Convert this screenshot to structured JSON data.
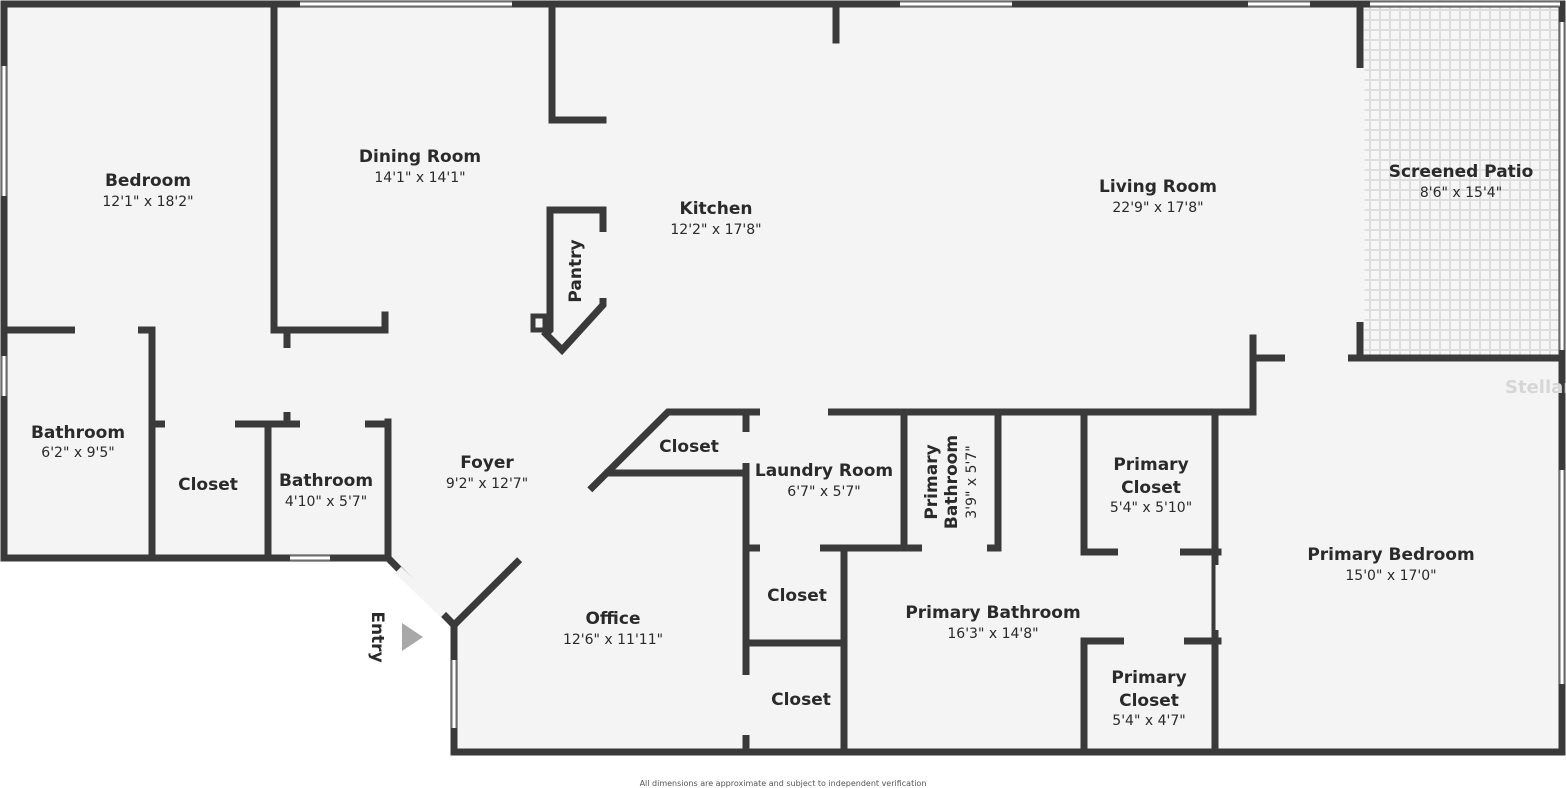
{
  "rooms": {
    "bedroom": {
      "name": "Bedroom",
      "dim": "12'1\" x 18'2\""
    },
    "dining": {
      "name": "Dining Room",
      "dim": "14'1\" x 14'1\""
    },
    "kitchen": {
      "name": "Kitchen",
      "dim": "12'2\" x 17'8\""
    },
    "pantry": {
      "name": "Pantry"
    },
    "living": {
      "name": "Living Room",
      "dim": "22'9\" x 17'8\""
    },
    "patio": {
      "name": "Screened Patio",
      "dim": "8'6\" x 15'4\""
    },
    "bath1": {
      "name": "Bathroom",
      "dim": "6'2\" x 9'5\""
    },
    "closet1": {
      "name": "Closet"
    },
    "bath2": {
      "name": "Bathroom",
      "dim": "4'10\" x 5'7\""
    },
    "foyer": {
      "name": "Foyer",
      "dim": "9'2\" x 12'7\""
    },
    "closet2": {
      "name": "Closet"
    },
    "laundry": {
      "name": "Laundry Room",
      "dim": "6'7\" x 5'7\""
    },
    "pbath_small": {
      "name_line1": "Primary",
      "name_line2": "Bathroom",
      "dim": "3'9\" x 5'7\""
    },
    "pcloset1": {
      "name_line1": "Primary",
      "name_line2": "Closet",
      "dim": "5'4\" x 5'10\""
    },
    "pbedroom": {
      "name": "Primary Bedroom",
      "dim": "15'0\" x 17'0\""
    },
    "office": {
      "name": "Office",
      "dim": "12'6\" x 11'11\""
    },
    "closet3": {
      "name": "Closet"
    },
    "closet4": {
      "name": "Closet"
    },
    "pbath": {
      "name": "Primary Bathroom",
      "dim": "16'3\" x 14'8\""
    },
    "pcloset2": {
      "name_line1": "Primary",
      "name_line2": "Closet",
      "dim": "5'4\" x 4'7\""
    }
  },
  "entry": {
    "label": "Entry"
  },
  "footer": {
    "disclaimer": "All dimensions are approximate and subject to independent verification"
  },
  "watermark": {
    "text": "Stellar"
  },
  "colors": {
    "wall": "#3a3a3a",
    "floor": "#f4f4f4",
    "window": "#9a9a9a",
    "entry_arrow": "#a8a8a8"
  }
}
